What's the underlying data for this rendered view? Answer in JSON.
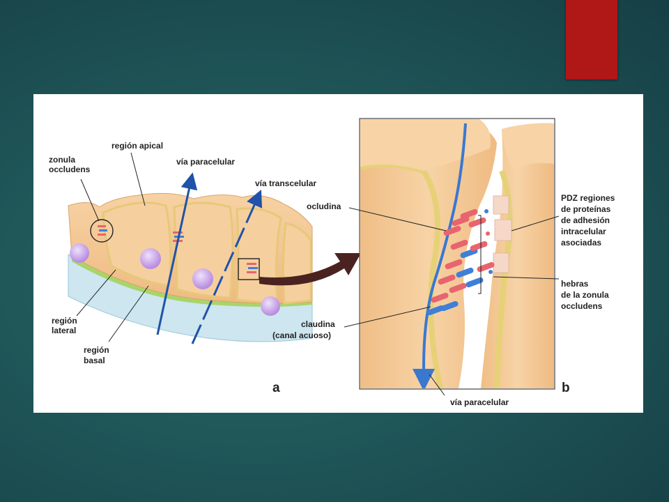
{
  "colors": {
    "accent": "#b01717",
    "cell": "#f3c490",
    "cell_membrane": "#e9d07a",
    "nucleus": "#c9a4e6",
    "arrow_blue": "#1f52a8",
    "occludin_red": "#e8646e",
    "claudin_blue": "#3f7fd8"
  },
  "panel_a": {
    "label": "a",
    "labels": {
      "zonula_1": "zonula",
      "zonula_2": "occludens",
      "apical": "región apical",
      "paracellular": "vía paracelular",
      "transcellular": "vía transcelular",
      "lateral_1": "región",
      "lateral_2": "lateral",
      "basal_1": "región",
      "basal_2": "basal"
    }
  },
  "panel_b": {
    "label": "b",
    "labels": {
      "occludin": "ocludina",
      "claudin_1": "claudina",
      "claudin_2": "(canal acuoso)",
      "pdz_1": "PDZ regiones",
      "pdz_2": "de proteínas",
      "pdz_3": "de adhesión",
      "pdz_4": "intracelular",
      "pdz_5": "asociadas",
      "strands_1": "hebras",
      "strands_2": "de la zonula",
      "strands_3": "occludens",
      "paracellular": "vía paracelular"
    }
  }
}
